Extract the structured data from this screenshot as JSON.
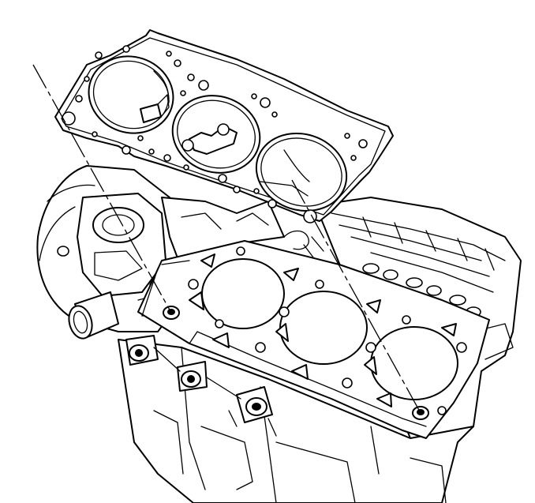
{
  "figure": {
    "subject": "cylinder-head-gasket-installation",
    "palette": {
      "line": "#000000",
      "background": "#ffffff"
    },
    "gasket": {
      "cylinder_bores": 3,
      "locating_dowels": 2
    },
    "engine_block_deck": {
      "cylinder_bores": 3,
      "dowel_pins": 2
    },
    "alignment_guides": 2
  }
}
